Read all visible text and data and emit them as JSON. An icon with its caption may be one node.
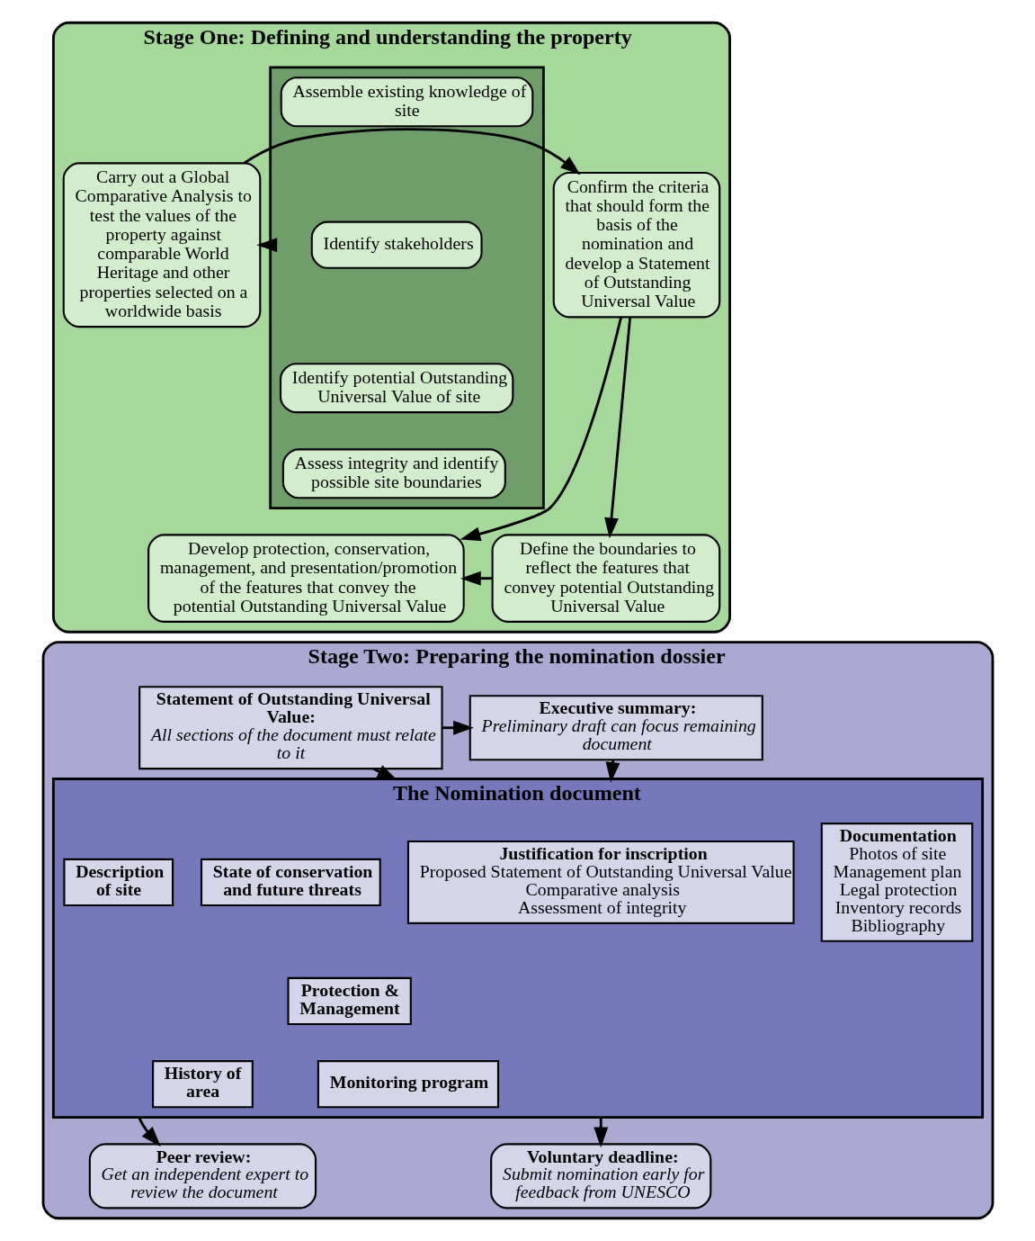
{
  "diagram": {
    "nodes": [
      {
        "text": [
          "Stage One: Defining and understanding the property"
        ]
      },
      {
        "text": [],
        "shape": "box",
        "in": 0
      },
      {
        "text": [
          "Assemble existing knowledge of site"
        ],
        "in": 1
      },
      {
        "text": [
          "Identify stakeholders"
        ],
        "in": 1
      },
      {
        "text": [
          "Identify potential Outstanding Universal Value of site"
        ],
        "in": 1
      },
      {
        "text": [
          "Assess integrity and identify possible site boundaries"
        ],
        "in": 1
      },
      {
        "text": [
          "Carry out a Global Comparative Analysis to test the values of the property against comparable World Heritage and other properties selected on a worldwide basis"
        ],
        "in": 0
      },
      {
        "text": [
          "Confirm the criteria that should form the basis of the nomination and develop a Statement of Outstanding Universal Value"
        ],
        "in": 0
      },
      {
        "text": [
          "Develop protection, conservation, management, and presentation/promotion of the features that convey the potential Outstanding Universal Value"
        ],
        "in": 0
      },
      {
        "text": [
          "Define the boundaries to reflect the features that convey potential Outstanding Universal Value"
        ],
        "in": 0
      },
      {
        "text": [
          "Stage Two: Preparing the nomination dossier"
        ]
      },
      {
        "text": [
          "Statement of Outstanding Universal Value:",
          "All sections of the document must relate to it"
        ],
        "in": 10
      },
      {
        "text": [
          "Executive summary:",
          "Preliminary draft can focus remaining document"
        ],
        "in": 10
      },
      {
        "text": [
          "The Nomination document"
        ],
        "in": 10
      },
      {
        "text": [
          "Description of site"
        ],
        "in": 13
      },
      {
        "text": [
          "History of area"
        ],
        "in": 13
      },
      {
        "text": [
          "Justification for inscription",
          "Proposed Statement of Outstanding Universal Value",
          "Comparative analysis",
          "Assessment of integrity"
        ],
        "in": 13
      },
      {
        "text": [
          "State of conservation and future threats"
        ],
        "in": 13
      },
      {
        "text": [
          "Protection & Management"
        ],
        "in": 13
      },
      {
        "text": [
          "Monitoring program"
        ],
        "in": 13
      },
      {
        "text": [
          "Documentation",
          "Photos of site",
          "Management plan",
          "Legal protection",
          "Inventory records",
          "Bibliography"
        ],
        "in": 13
      },
      {
        "text": [
          "Peer review:",
          "Get an independent expert to review the document"
        ],
        "in": 10
      },
      {
        "text": [
          "Voluntary deadline:",
          "Submit nomination early for feedback from UNESCO"
        ],
        "in": 10
      }
    ],
    "edges": [
      {
        "from": 1,
        "to": 6,
        "arrow": "to"
      },
      {
        "from": 6,
        "to": 7,
        "arrow": "to"
      },
      {
        "from": 7,
        "to": 8,
        "arrow": "to"
      },
      {
        "from": 7,
        "to": 9,
        "arrow": "to"
      },
      {
        "from": 9,
        "to": 8,
        "arrow": "to"
      },
      {
        "from": 11,
        "to": 12,
        "arrow": "to"
      },
      {
        "from": 11,
        "to": 13,
        "arrow": "to"
      },
      {
        "from": 12,
        "to": 13,
        "arrow": "to"
      },
      {
        "from": 13,
        "to": 21,
        "arrow": "to"
      },
      {
        "from": 13,
        "to": 22,
        "arrow": "to"
      }
    ]
  }
}
